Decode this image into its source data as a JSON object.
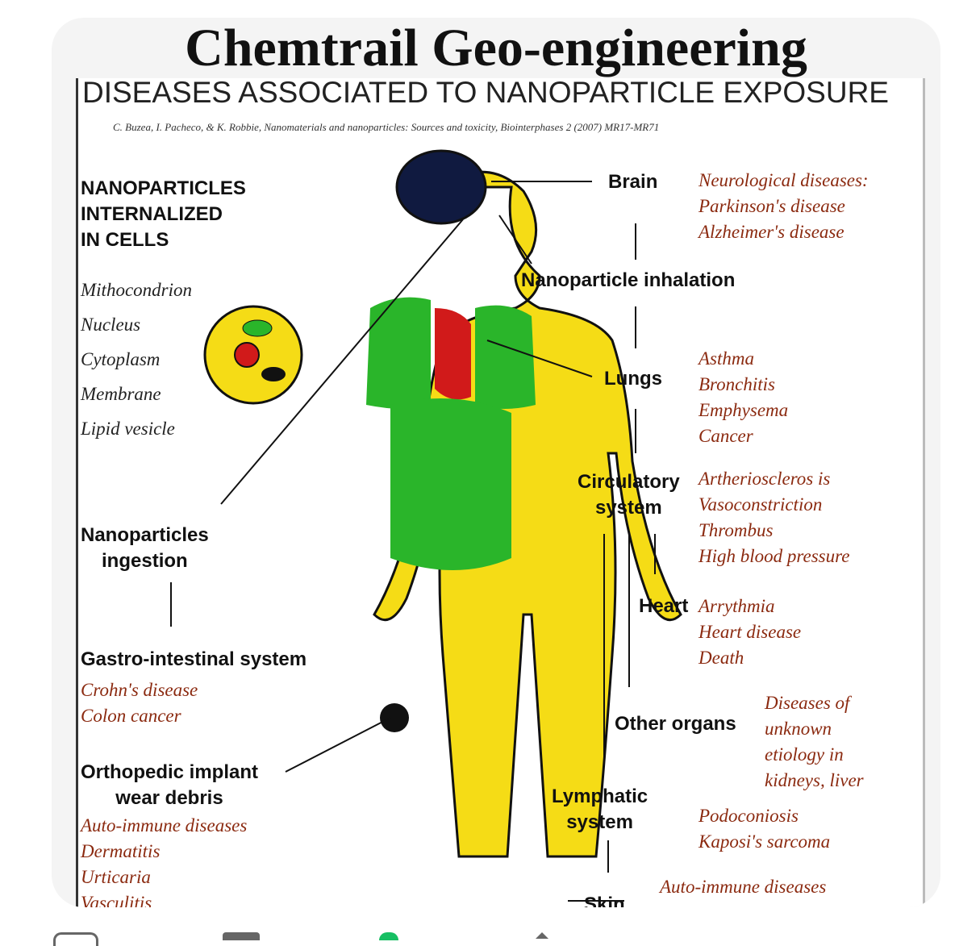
{
  "title": "Chemtrail Geo-engineering",
  "subtitle": "DISEASES ASSOCIATED TO NANOPARTICLE EXPOSURE",
  "citation": "C. Buzea, I. Pacheco, & K. Robbie, Nanomaterials and nanoparticles: Sources and toxicity, Biointerphases 2 (2007) MR17-MR71",
  "left": {
    "cells_heading": [
      "NANOPARTICLES",
      "INTERNALIZED",
      "IN CELLS"
    ],
    "cell_parts": [
      "Mithocondrion",
      "Nucleus",
      "Cytoplasm",
      "Membrane",
      "Lipid vesicle"
    ],
    "ingestion": [
      "Nanoparticles",
      "ingestion"
    ],
    "gi": "Gastro-intestinal system",
    "gi_diseases": [
      "Crohn's disease",
      "Colon cancer"
    ],
    "implant": [
      "Orthopedic implant",
      "wear debris"
    ],
    "implant_diseases": [
      "Auto-immune diseases",
      "Dermatitis",
      "Urticaria",
      "Vasculitis"
    ]
  },
  "right": {
    "brain": "Brain",
    "brain_diseases": [
      "Neurological diseases:",
      "Parkinson's disease",
      "Alzheimer's disease"
    ],
    "inhalation": "Nanoparticle inhalation",
    "lungs": "Lungs",
    "lung_diseases": [
      "Asthma",
      "Bronchitis",
      "Emphysema",
      "Cancer"
    ],
    "circulatory": [
      "Circulatory",
      "system"
    ],
    "circ_diseases": [
      "Artherioscleros is",
      "Vasoconstriction",
      "Thrombus",
      "High blood pressure"
    ],
    "heart": "Heart",
    "heart_diseases": [
      "Arrythmia",
      "Heart disease",
      "Death"
    ],
    "other": "Other organs",
    "other_diseases": [
      "Diseases of",
      "unknown",
      "etiology in",
      "kidneys, liver"
    ],
    "lymph": [
      "Lymphatic",
      "system"
    ],
    "lymph_diseases": [
      "Podoconiosis",
      "Kaposi's sarcoma"
    ],
    "skin": "Skin",
    "skin_diseases": [
      "Auto-immune diseases"
    ]
  }
}
